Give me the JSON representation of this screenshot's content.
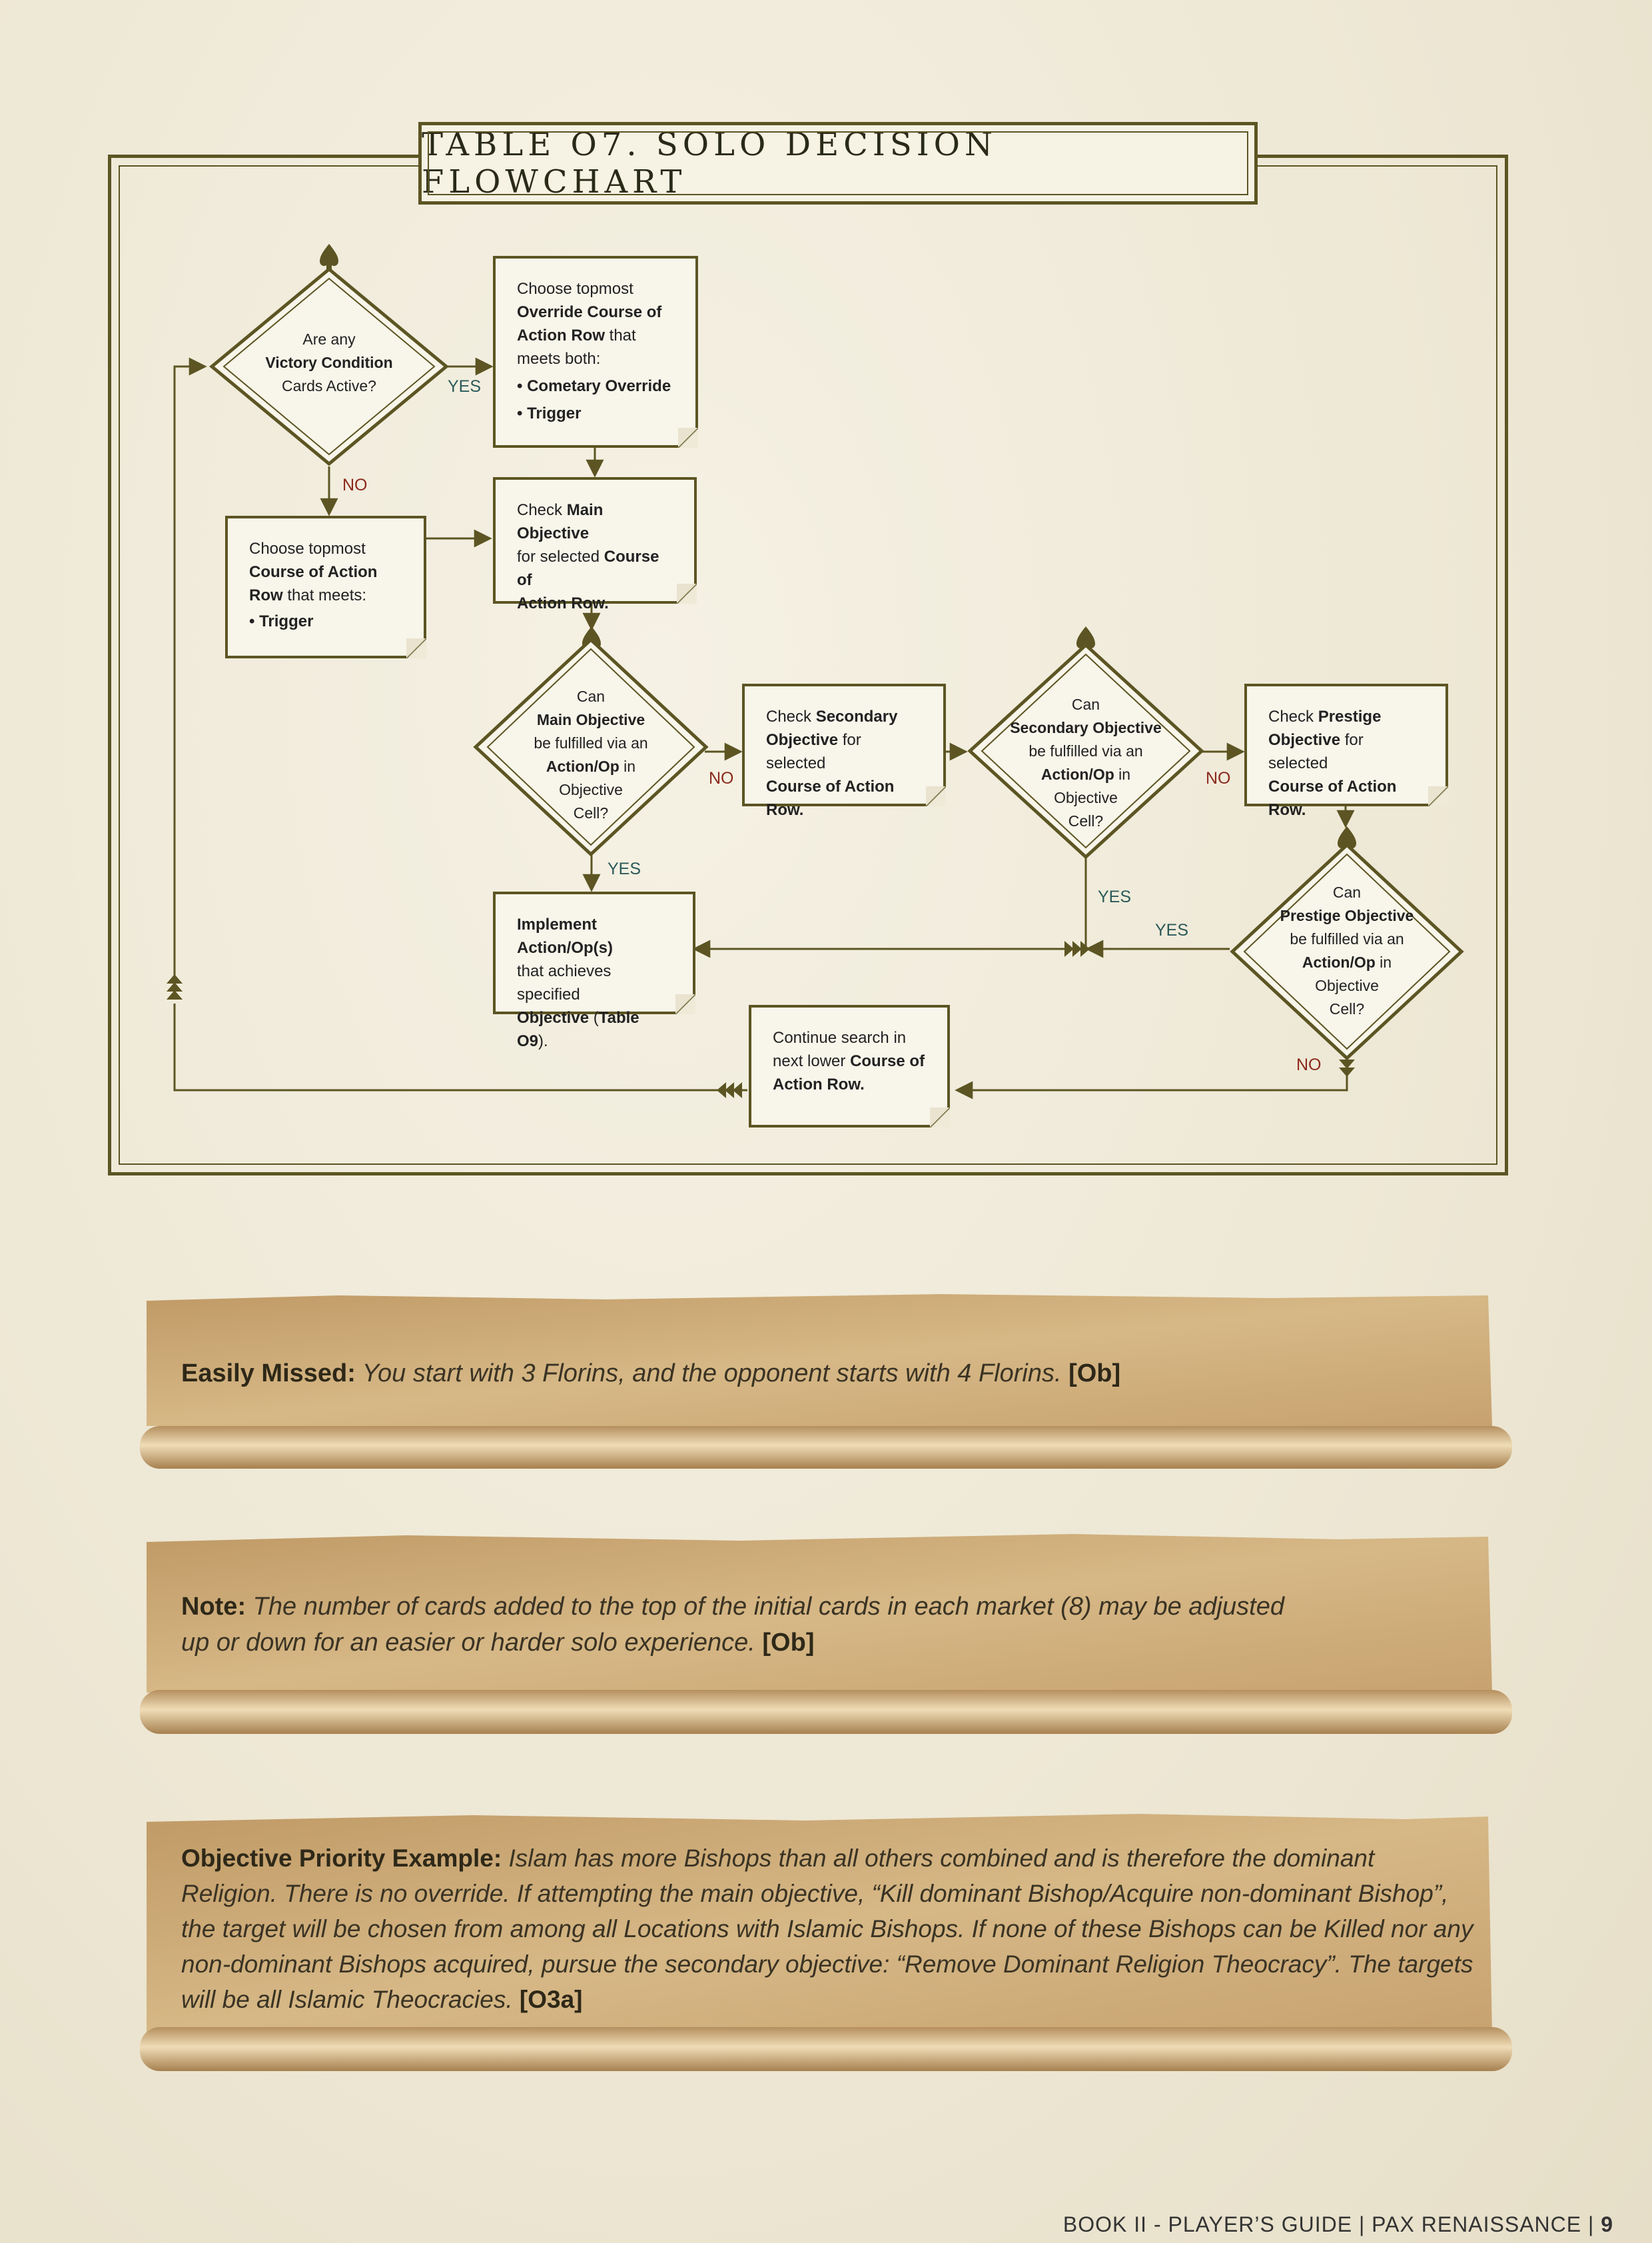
{
  "title": "TABLE O7. SOLO DECISION FLOWCHART",
  "flowchart": {
    "d_victory": {
      "l1": "Are any",
      "l2": "Victory Condition",
      "l3": "Cards Active?"
    },
    "n_override": {
      "l1": "Choose topmost",
      "l2": "Override Course of",
      "l3a": "Action Row",
      "l3b": " that",
      "l4": "meets both:",
      "l5": "• Cometary Override",
      "l6": "• Trigger"
    },
    "n_choose": {
      "l1": "Choose topmost",
      "l2": "Course of Action",
      "l3a": "Row",
      "l3b": " that meets:",
      "l4": "• Trigger"
    },
    "n_check_main": {
      "l1a": "Check ",
      "l1b": "Main Objective",
      "l2a": "for selected ",
      "l2b": "Course of",
      "l3": "Action Row."
    },
    "d_main": {
      "l1": "Can",
      "l2": "Main Objective",
      "l3": "be fulfilled via an",
      "l4a": "Action/Op",
      "l4b": " in",
      "l5": "Objective",
      "l6": "Cell?"
    },
    "n_check_secondary": {
      "l1a": "Check ",
      "l1b": "Secondary",
      "l2a": "Objective",
      "l2b": " for selected",
      "l3": "Course of Action Row."
    },
    "d_secondary": {
      "l1": "Can",
      "l2": "Secondary Objective",
      "l3": "be fulfilled via an",
      "l4a": "Action/Op",
      "l4b": " in",
      "l5": "Objective",
      "l6": "Cell?"
    },
    "n_check_prestige": {
      "l1a": "Check ",
      "l1b": "Prestige",
      "l2a": "Objective",
      "l2b": " for selected",
      "l3": "Course of Action Row."
    },
    "d_prestige": {
      "l1": "Can",
      "l2": "Prestige Objective",
      "l3": "be fulfilled via an",
      "l4a": "Action/Op",
      "l4b": " in",
      "l5": "Objective",
      "l6": "Cell?"
    },
    "n_implement": {
      "l1": "Implement Action/Op(s)",
      "l2": "that achieves specified",
      "l3a": "Objective",
      "l3b": " (",
      "l3c": "Table O9",
      "l3d": ")."
    },
    "n_continue": {
      "l1": "Continue search in",
      "l2a": "next lower ",
      "l2b": "Course of",
      "l3": "Action Row."
    },
    "labels": {
      "yes": "YES",
      "no": "NO"
    }
  },
  "colors": {
    "frame": "#5c5523",
    "yes": "#2b5a5a",
    "no": "#8b2a1c",
    "parchment": "#c9a674"
  },
  "notes": [
    {
      "lead": "Easily Missed:",
      "body": " You start with 3 Florins, and the opponent starts with 4 Florins. ",
      "ref": "[Ob]"
    },
    {
      "lead": "Note:",
      "body1": "  The number of cards added to the top of the initial cards in each market (8) may be adjusted",
      "body2": "up or down for an easier or harder solo experience. ",
      "ref": "[Ob]"
    },
    {
      "lead": "Objective Priority Example:",
      "body1": " Islam has more Bishops than all others combined and is therefore the dominant",
      "body2": "Religion.  There is no override. If attempting the main objective, “Kill dominant Bishop/Acquire non-dominant Bishop”,",
      "body3": "the target will be chosen from among all Locations with Islamic Bishops. If none of these Bishops can be Killed nor any",
      "body4": "non-dominant Bishops acquired, pursue the secondary objective: “Remove Dominant Religion Theocracy”. The targets",
      "body5": "will be all Islamic Theocracies. ",
      "ref": "[O3a]"
    }
  ],
  "footer": {
    "text": "BOOK II - PLAYER’S GUIDE | PAX RENAISSANCE | ",
    "page": "9"
  }
}
